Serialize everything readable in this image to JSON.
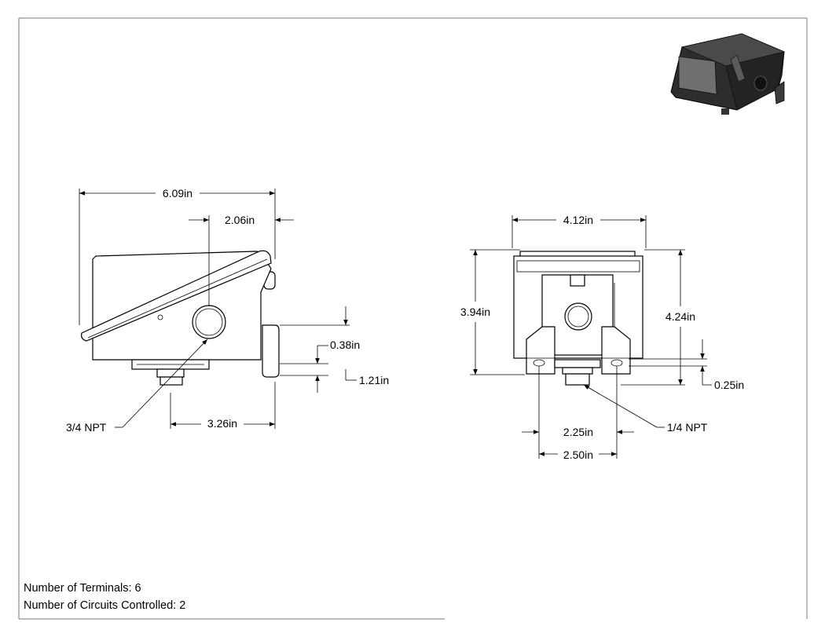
{
  "side_view": {
    "overall_width": "6.09in",
    "port_offset": "2.06in",
    "flange_thickness": "0.38in",
    "flange_drop": "1.21in",
    "conduit_to_flange": "3.26in",
    "conduit_label": "3/4 NPT"
  },
  "front_view": {
    "overall_width": "4.12in",
    "body_height": "3.94in",
    "overall_height": "4.24in",
    "foot_thickness": "0.25in",
    "inner_mount_spacing": "2.25in",
    "outer_mount_spacing": "2.50in",
    "pressure_port_label": "1/4 NPT"
  },
  "notes": {
    "terminals": "Number of Terminals: 6",
    "circuits": "Number of Circuits Controlled: 2"
  }
}
